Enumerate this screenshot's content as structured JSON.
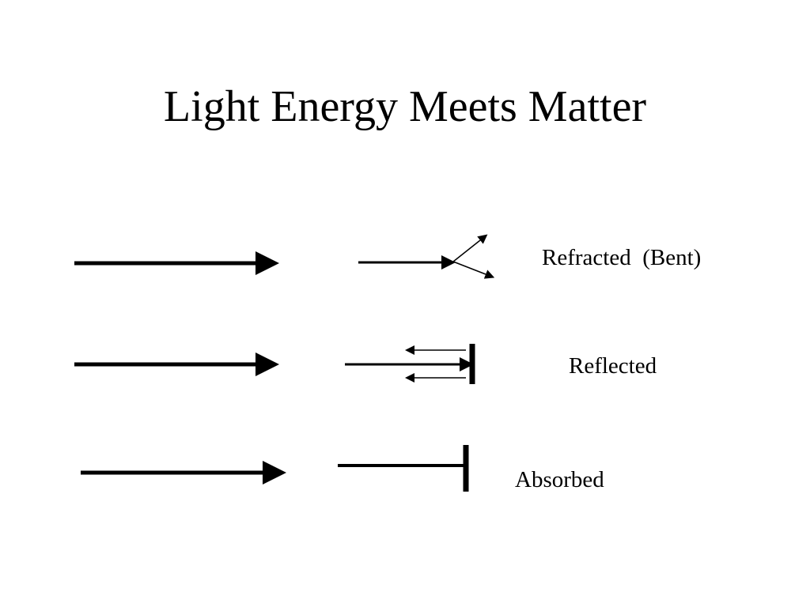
{
  "slide": {
    "title": "Light Energy Meets Matter",
    "rows": [
      {
        "id": "refracted",
        "label": "Refracted  (Bent)"
      },
      {
        "id": "reflected",
        "label": "Reflected"
      },
      {
        "id": "absorbed",
        "label": "Absorbed"
      }
    ]
  },
  "colors": {
    "background": "#ffffff",
    "ink": "#000000"
  }
}
